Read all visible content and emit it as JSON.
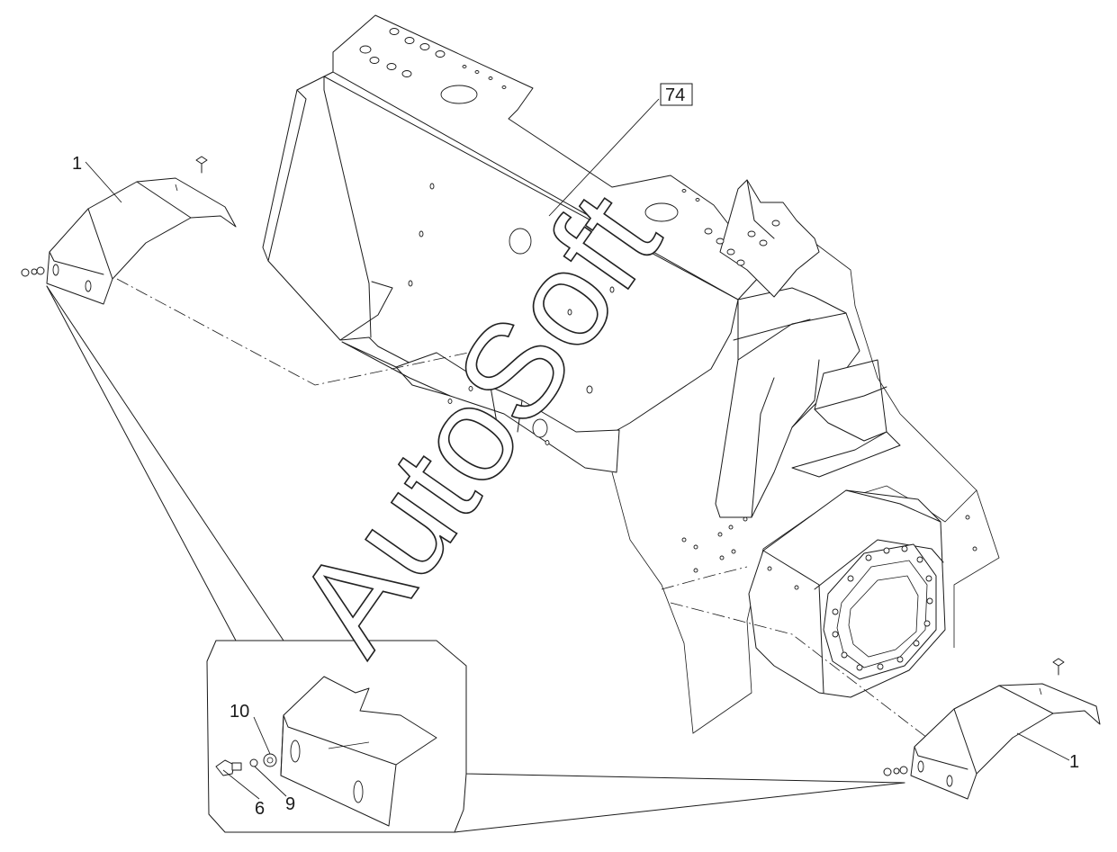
{
  "callouts": {
    "frame": "74",
    "guard_left": "1",
    "guard_right": "1",
    "washer": "10",
    "bolt": "6",
    "lock_washer": "9"
  },
  "watermark": {
    "text": "AutoSoft"
  }
}
